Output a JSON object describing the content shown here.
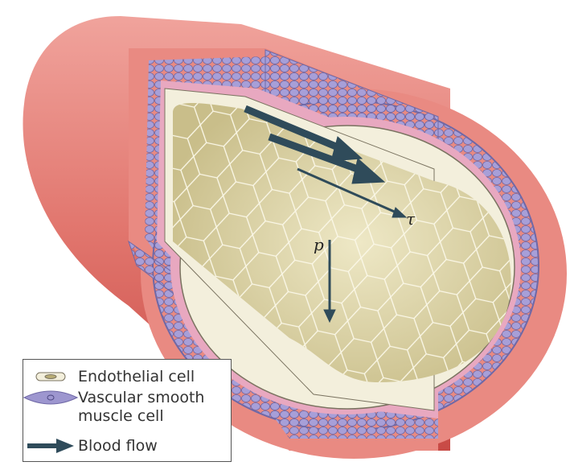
{
  "diagram": {
    "labels": {
      "shear_stress": "τ",
      "pressure": "p"
    },
    "colors": {
      "outer_wall": "#d9665f",
      "smooth_muscle": "#9d96cf",
      "endothelium": "#f3efdc",
      "lumen": "#e6dfb6",
      "arrow": "#2f4b5a"
    }
  },
  "legend": {
    "items": [
      {
        "icon": "endothelial-cell-icon",
        "label": "Endothelial cell"
      },
      {
        "icon": "smooth-muscle-cell-icon",
        "label": "Vascular smooth muscle cell"
      },
      {
        "icon": "arrow-icon",
        "label": "Blood flow"
      }
    ]
  }
}
